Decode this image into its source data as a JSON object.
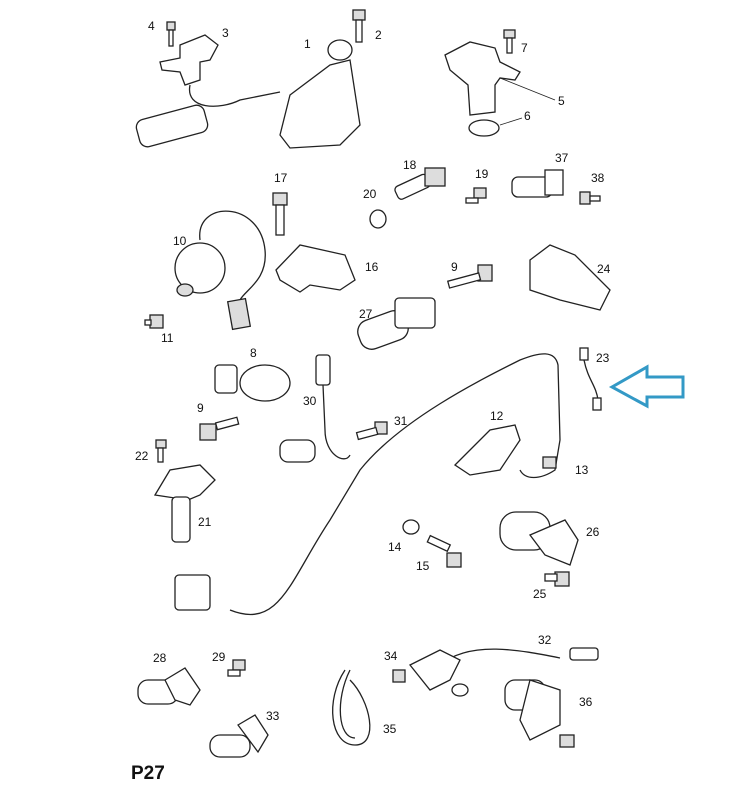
{
  "diagram": {
    "page_code": "P27",
    "labels": [
      "4",
      "3",
      "1",
      "2",
      "7",
      "5",
      "6",
      "18",
      "37",
      "19",
      "38",
      "17",
      "20",
      "10",
      "16",
      "9",
      "24",
      "27",
      "11",
      "8",
      "23",
      "9",
      "30",
      "31",
      "12",
      "22",
      "13",
      "21",
      "26",
      "14",
      "15",
      "25",
      "32",
      "28",
      "29",
      "34",
      "36",
      "33",
      "35"
    ],
    "highlight_arrow": {
      "target": "23",
      "color": "#3399c6",
      "direction": "left"
    }
  }
}
